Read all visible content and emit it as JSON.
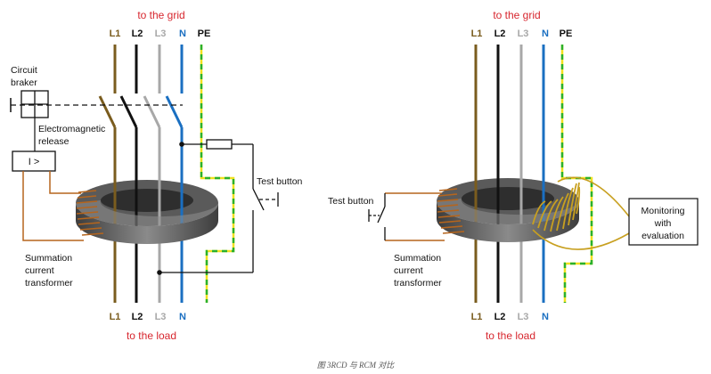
{
  "caption": "图 3RCD 与 RCM 对比",
  "colors": {
    "L1": "#7a5c1e",
    "L2": "#111111",
    "L3": "#a8a8a8",
    "N": "#1a6fc1",
    "PE_green": "#2bb12b",
    "PE_yellow": "#f0e020",
    "core_dark": "#4a4a4a",
    "core_mid": "#7e7e7e",
    "core_light": "#b9b9b9",
    "winding": "#b5651d",
    "coil_gold": "#c8a020",
    "accent_red": "#d7262e"
  },
  "rcd": {
    "grid_label": "to the grid",
    "load_label": "to the load",
    "conductors": {
      "l1": "L1",
      "l2": "L2",
      "l3": "L3",
      "n": "N",
      "pe": "PE"
    },
    "circuit_breaker_label_line1": "Circuit",
    "circuit_breaker_label_line2": "braker",
    "release_label_line1": "Electromagnetic",
    "release_label_line2": "release",
    "release_symbol": "I >",
    "test_button_label": "Test button",
    "transformer_label_line1": "Summation",
    "transformer_label_line2": "current",
    "transformer_label_line3": "transformer"
  },
  "rcm": {
    "grid_label": "to the grid",
    "load_label": "to the load",
    "conductors": {
      "l1": "L1",
      "l2": "L2",
      "l3": "L3",
      "n": "N",
      "pe": "PE"
    },
    "test_button_label": "Test button",
    "transformer_label_line1": "Summation",
    "transformer_label_line2": "current",
    "transformer_label_line3": "transformer",
    "monitor_label_line1": "Monitoring",
    "monitor_label_line2": "with",
    "monitor_label_line3": "evaluation"
  }
}
